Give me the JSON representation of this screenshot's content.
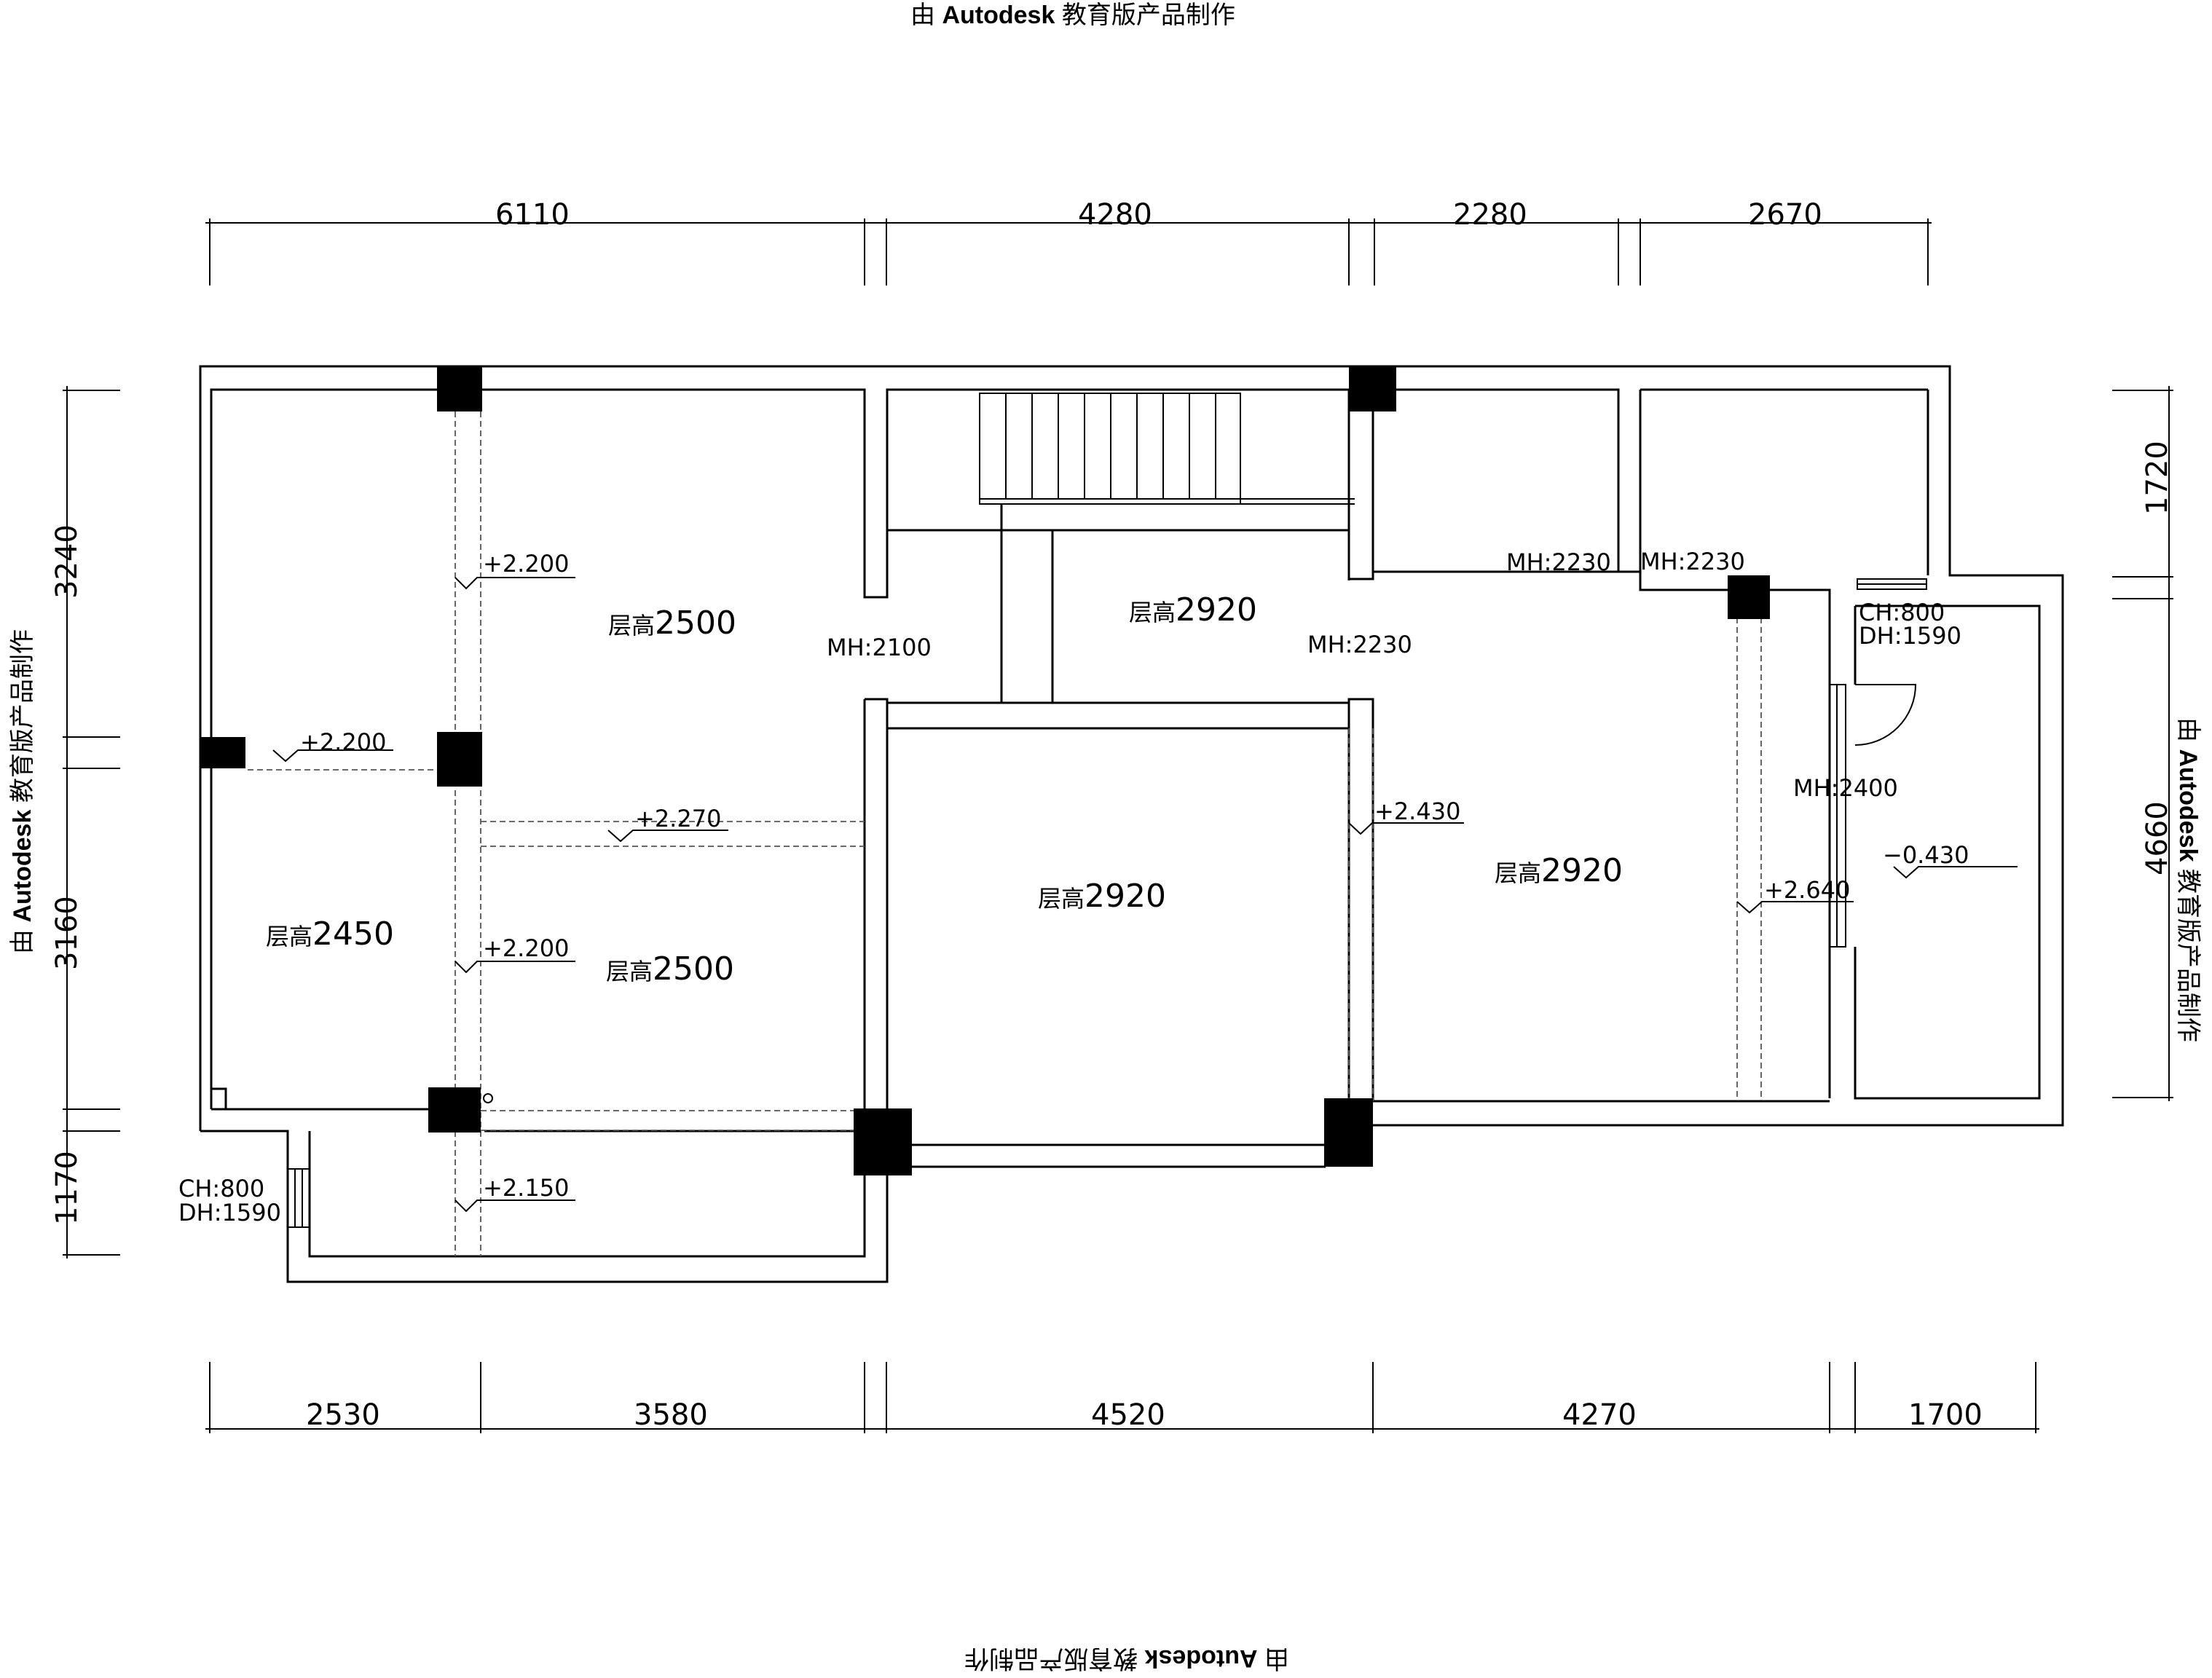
{
  "watermark": {
    "prefix": "由",
    "brand": "Autodesk",
    "suffix": "教育版产品制作"
  },
  "dimensions": {
    "top": [
      "6110",
      "4280",
      "2280",
      "2670"
    ],
    "bottom": [
      "2530",
      "3580",
      "4520",
      "4270",
      "1700"
    ],
    "left": [
      "3240",
      "3160",
      "1170"
    ],
    "right": [
      "1720",
      "4660"
    ]
  },
  "rooms": {
    "room_left_top": {
      "prefix": "层高",
      "value": "2500"
    },
    "room_left_lower": {
      "prefix": "层高",
      "value": "2450"
    },
    "room_mid_lower": {
      "prefix": "层高",
      "value": "2500"
    },
    "room_stair_hall": {
      "prefix": "层高",
      "value": "2920"
    },
    "room_center": {
      "prefix": "层高",
      "value": "2920"
    },
    "room_right": {
      "prefix": "层高",
      "value": "2920"
    }
  },
  "levels": [
    "+2.200",
    "+2.200",
    "+2.270",
    "+2.200",
    "+2.150",
    "+2.430",
    "+2.640",
    "−0.430"
  ],
  "door_heights": [
    "MH:2100",
    "MH:2230",
    "MH:2230",
    "MH:2230",
    "MH:2400"
  ],
  "windows": [
    {
      "ch": "CH:800",
      "dh": "DH:1590"
    },
    {
      "ch": "CH:800",
      "dh": "DH:1590"
    }
  ]
}
